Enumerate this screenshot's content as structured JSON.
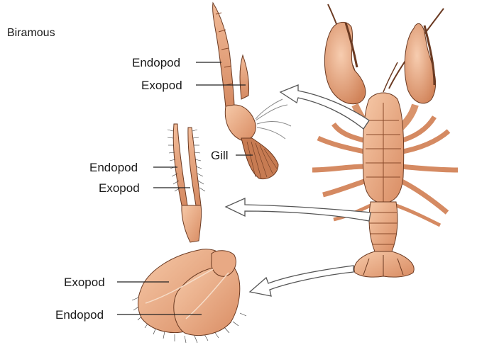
{
  "title": "Biramous",
  "labels": {
    "antenna_endopod": "Endopod",
    "antenna_exopod": "Exopod",
    "gill": "Gill",
    "swimmeret_endopod": "Endopod",
    "swimmeret_exopod": "Exopod",
    "uropod_exopod": "Exopod",
    "uropod_endopod": "Endopod"
  },
  "colors": {
    "body": "#e8a984",
    "body_shade": "#c9805b",
    "body_light": "#f6c9a8",
    "outline": "#6b3a22",
    "leader": "#222222",
    "arrow_fill": "#ffffff",
    "arrow_stroke": "#555555"
  }
}
